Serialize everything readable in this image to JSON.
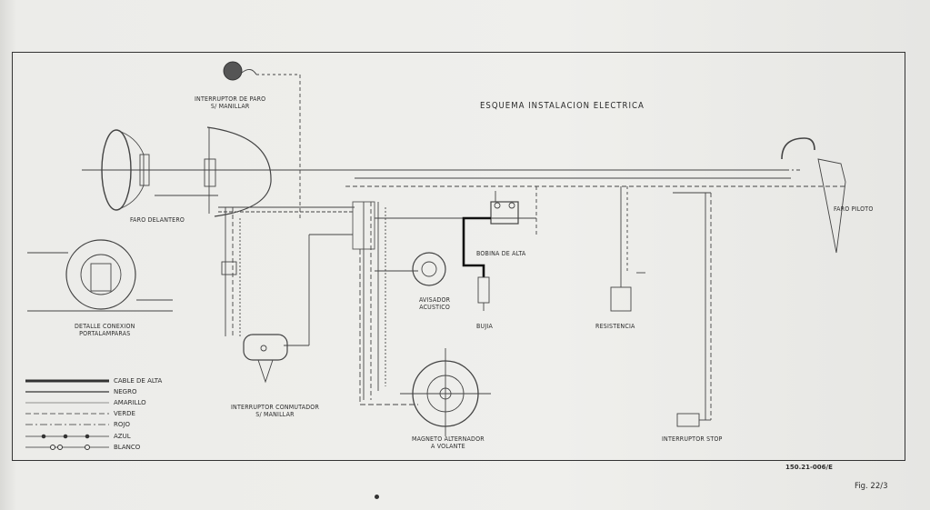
{
  "title": "ESQUEMA INSTALACION ELECTRICA",
  "components": {
    "interruptor_paro": [
      "INTERRUPTOR DE PARO",
      "S/ MANILLAR"
    ],
    "faro_delantero": "FARO DELANTERO",
    "faro_piloto": "FARO PILOTO",
    "bobina_alta": "BOBINA DE ALTA",
    "avisador": [
      "AVISADOR",
      "ACUSTICO"
    ],
    "bujia": "BUJIA",
    "resistencia": "RESISTENCIA",
    "detalle": [
      "DETALLE CONEXION",
      "PORTALAMPARAS"
    ],
    "conmutador": [
      "INTERRUPTOR CONMUTADOR",
      "S/ MANILLAR"
    ],
    "magneto": [
      "MAGNETO ALTERNADOR",
      "A VOLANTE"
    ],
    "stop": "INTERRUPTOR STOP"
  },
  "legend": [
    {
      "label": "CABLE DE ALTA",
      "style": "thick"
    },
    {
      "label": "NEGRO",
      "style": "solid"
    },
    {
      "label": "AMARILLO",
      "style": "thin"
    },
    {
      "label": "VERDE",
      "style": "dash"
    },
    {
      "label": "ROJO",
      "style": "dashdot"
    },
    {
      "label": "AZUL",
      "style": "dots"
    },
    {
      "label": "BLANCO",
      "style": "circles"
    }
  ],
  "reference": "150.21-006/E",
  "figure": "Fig. 22/3",
  "colors": {
    "ink": "#2b2b2b",
    "paper": "#efefec",
    "frame": "#333333"
  }
}
